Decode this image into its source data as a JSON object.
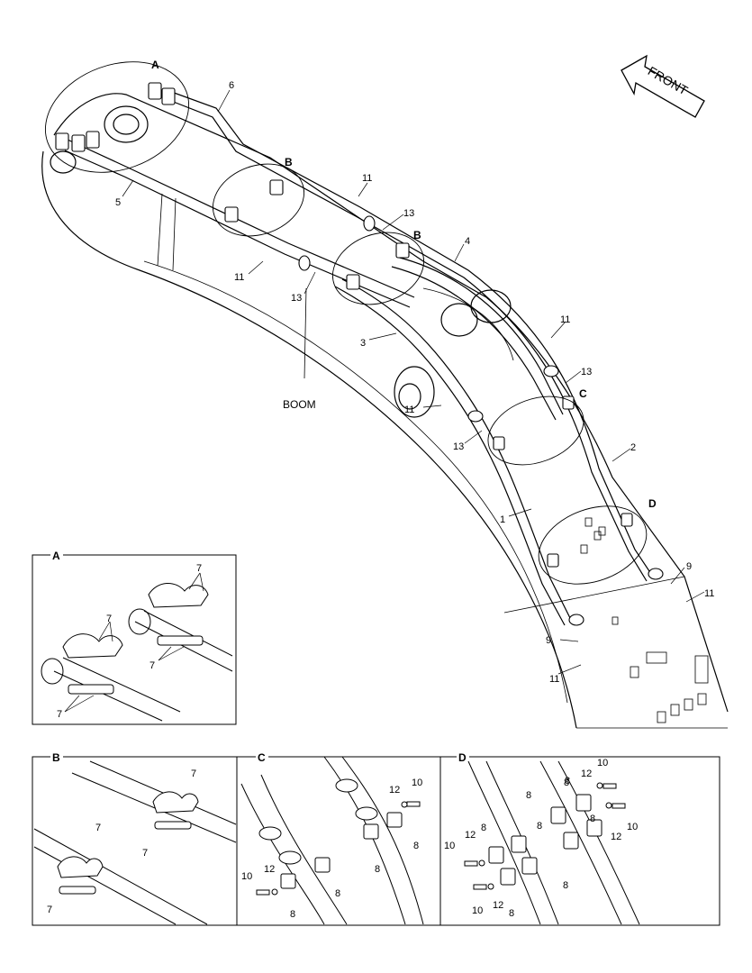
{
  "main_view": {
    "boom_label": "BOOM",
    "front_label": "FRONT",
    "detail_callouts": [
      "A",
      "B",
      "B",
      "C",
      "D"
    ],
    "part_labels": [
      "6",
      "5",
      "11",
      "13",
      "4",
      "11",
      "13",
      "3",
      "11",
      "13",
      "11",
      "13",
      "2",
      "1",
      "9",
      "11",
      "9",
      "11"
    ]
  },
  "inset_a": {
    "title": "A",
    "part_labels": [
      "7",
      "7",
      "7",
      "7"
    ]
  },
  "inset_b": {
    "title": "B",
    "part_labels": [
      "7",
      "7",
      "7",
      "7"
    ]
  },
  "inset_c": {
    "title": "C",
    "part_labels": [
      "10",
      "12",
      "12",
      "10",
      "8",
      "8",
      "8",
      "8"
    ]
  },
  "inset_d": {
    "title": "D",
    "part_labels": [
      "10",
      "12",
      "8",
      "8",
      "8",
      "10",
      "12",
      "8",
      "8",
      "12",
      "10",
      "8",
      "10",
      "12",
      "8",
      "8"
    ]
  }
}
